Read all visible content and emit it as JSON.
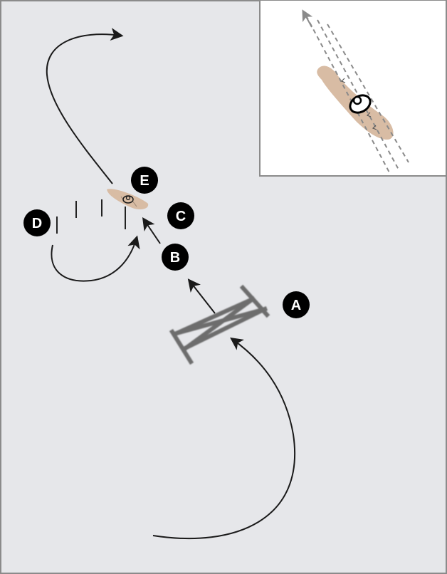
{
  "colors": {
    "background": "#e6e7ea",
    "frame": "#8b8b8b",
    "inset_background": "#ffffff",
    "marker_fill": "#000000",
    "marker_text": "#ffffff",
    "path_arrow": "#1a1a1a",
    "runway_gray": "#6d6d6d",
    "airstrip_tan": "#d8bca4",
    "tick_mark": "#222222",
    "dashed_guide": "#8a8a8a"
  },
  "markers": [
    {
      "id": "A",
      "label": "A"
    },
    {
      "id": "B",
      "label": "B"
    },
    {
      "id": "C",
      "label": "C"
    },
    {
      "id": "D",
      "label": "D"
    },
    {
      "id": "E",
      "label": "E"
    }
  ],
  "icons": {
    "runway": "crossed-runway-icon",
    "airstrip": "tan-airstrip-icon",
    "ufo": "saucer-icon"
  }
}
